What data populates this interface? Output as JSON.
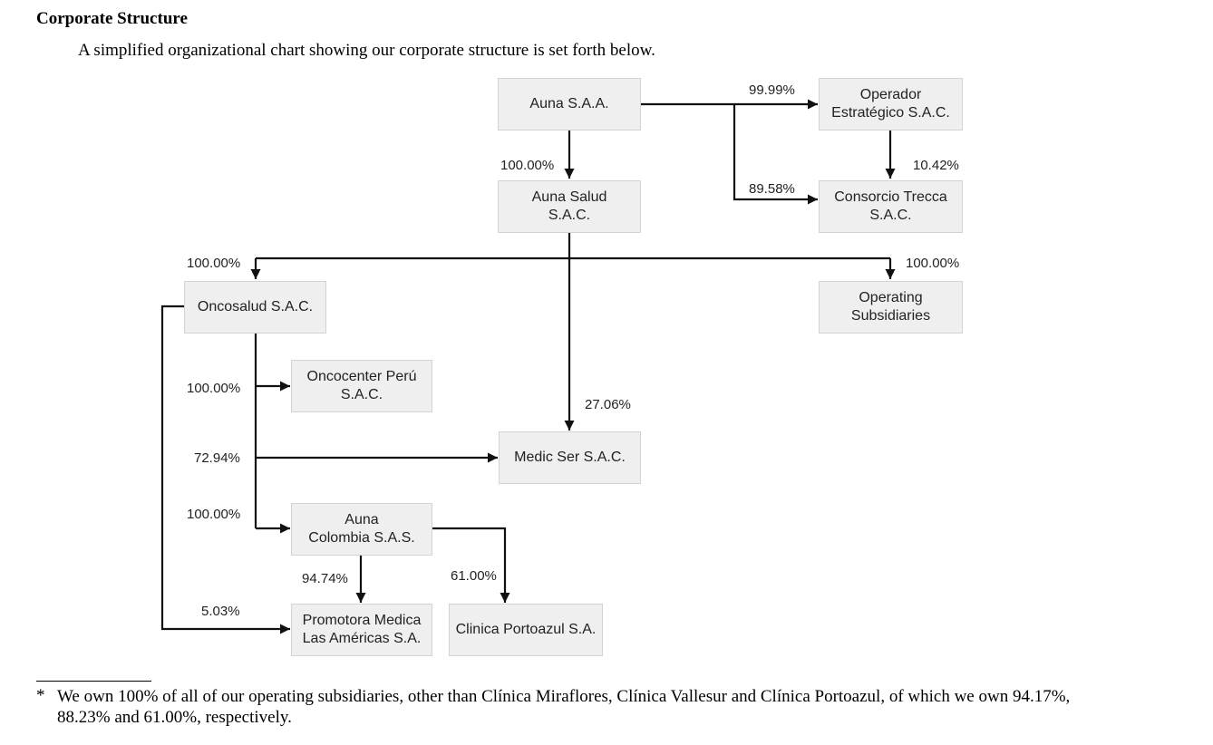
{
  "header": {
    "title": "Corporate Structure",
    "intro": "A simplified organizational chart showing our corporate structure is set forth below."
  },
  "entities": {
    "auna_saa": "Auna S.A.A.",
    "operador": "Operador\nEstratégico S.A.C.",
    "auna_salud": "Auna Salud\nS.A.C.",
    "consorcio": "Consorcio Trecca\nS.A.C.",
    "oncosalud": "Oncosalud S.A.C.",
    "operating": "Operating\nSubsidiaries",
    "oncocenter": "Oncocenter Perú\nS.A.C.",
    "medic_ser": "Medic Ser S.A.C.",
    "auna_colombia": "Auna\nColombia S.A.S.",
    "promotora": "Promotora Medica\nLas Américas S.A.",
    "portoazul": "Clinica Portoazul S.A."
  },
  "ownership": {
    "auna_to_operador": "99.99%",
    "auna_to_auna_salud": "100.00%",
    "auna_to_consorcio": "89.58%",
    "operador_to_consorcio": "10.42%",
    "auna_salud_to_oncosalud": "100.00%",
    "auna_salud_to_operating": "100.00%",
    "oncosalud_to_oncocenter": "100.00%",
    "auna_salud_to_medic_ser": "27.06%",
    "oncosalud_to_medic_ser": "72.94%",
    "oncosalud_to_auna_colombia": "100.00%",
    "auna_colombia_to_promotora": "94.74%",
    "auna_colombia_to_portoazul": "61.00%",
    "oncosalud_to_promotora": "5.03%"
  },
  "footnote": {
    "marker": "*",
    "text": "We own 100% of all of our operating subsidiaries, other than Clínica Miraflores, Clínica Vallesur and Clínica Portoazul, of which we own 94.17%, 88.23% and 61.00%, respectively."
  }
}
